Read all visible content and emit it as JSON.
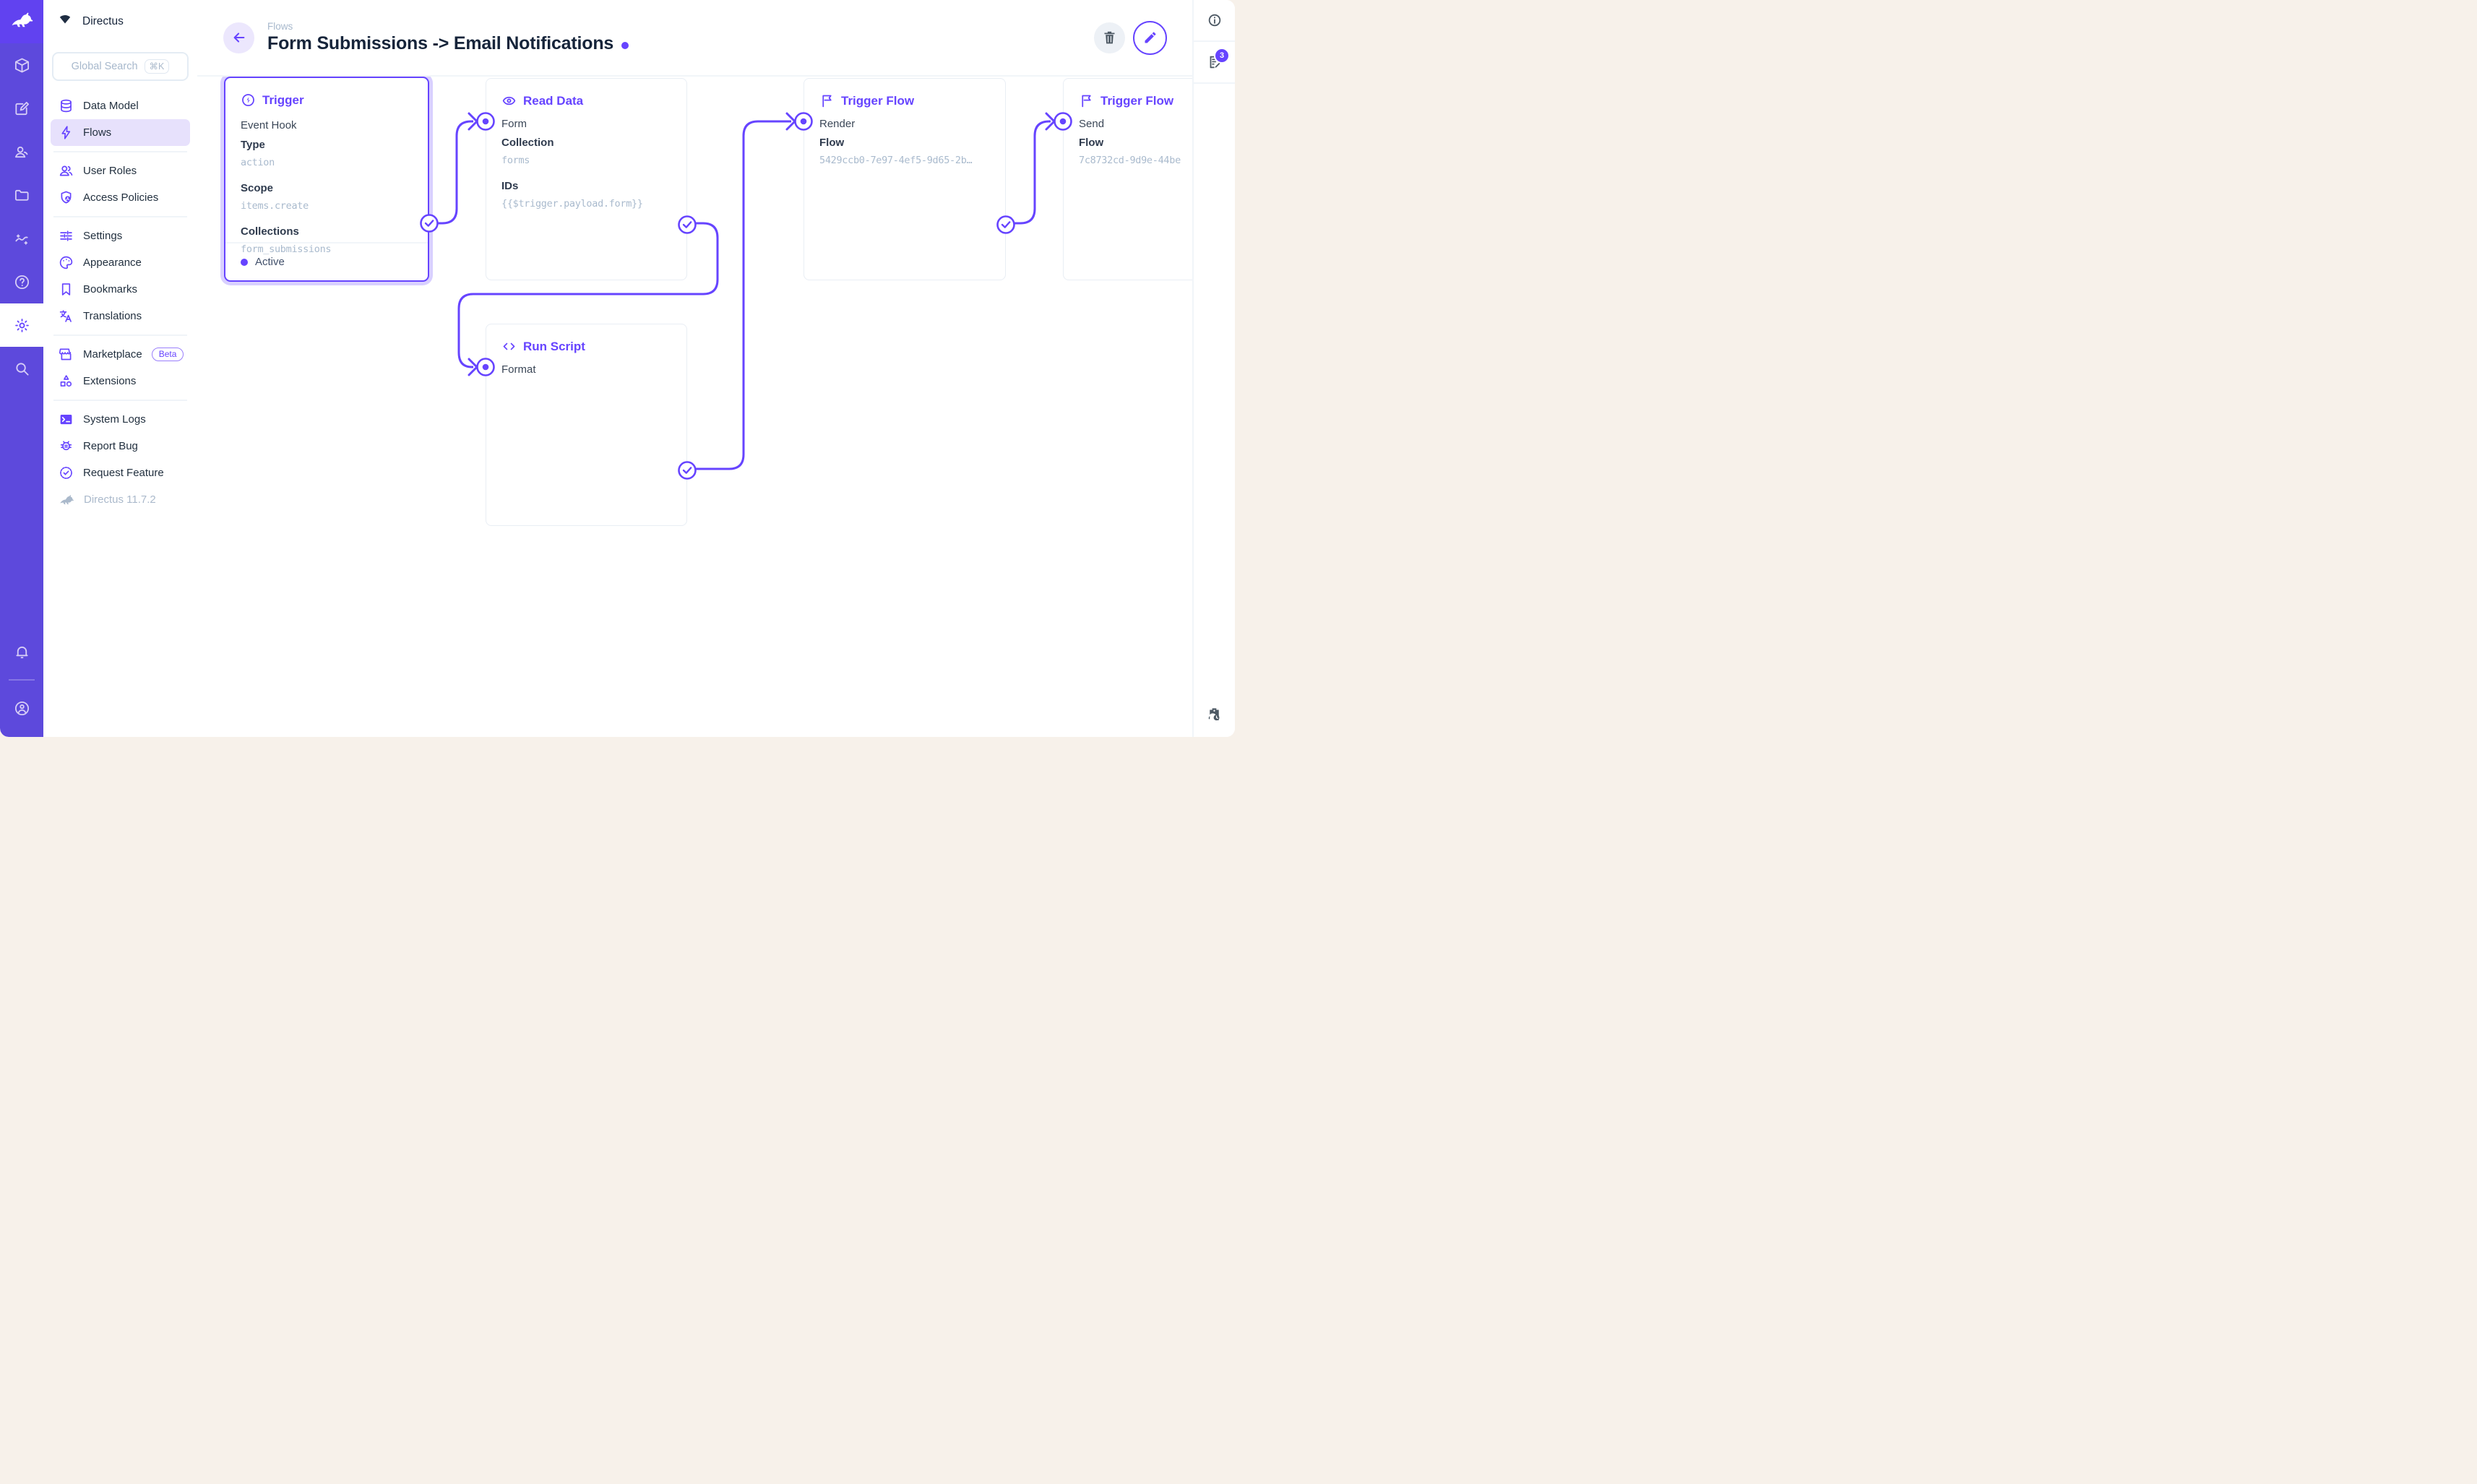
{
  "module_bar": {
    "logo_icon": "directus-rabbit-icon",
    "modules": [
      {
        "icon": "box-icon",
        "name": "content"
      },
      {
        "icon": "edit-icon",
        "name": "editor"
      },
      {
        "icon": "users-icon",
        "name": "users"
      },
      {
        "icon": "folder-icon",
        "name": "files"
      },
      {
        "icon": "insights-icon",
        "name": "insights"
      },
      {
        "icon": "help-icon",
        "name": "docs"
      },
      {
        "icon": "gear-icon",
        "name": "settings",
        "active": true
      },
      {
        "icon": "search-icon",
        "name": "search"
      }
    ],
    "bottom": [
      {
        "icon": "bell-icon",
        "name": "notifications"
      },
      {
        "icon": "avatar-icon",
        "name": "account"
      }
    ]
  },
  "sidebar": {
    "project_name": "Directus",
    "search": {
      "placeholder": "Global Search",
      "shortcut": "⌘K"
    },
    "groups": [
      {
        "items": [
          {
            "icon": "database-icon",
            "label": "Data Model"
          },
          {
            "icon": "bolt-icon",
            "label": "Flows",
            "active": true
          }
        ]
      },
      {
        "items": [
          {
            "icon": "user-roles-icon",
            "label": "User Roles"
          },
          {
            "icon": "shield-user-icon",
            "label": "Access Policies"
          }
        ]
      },
      {
        "items": [
          {
            "icon": "tune-icon",
            "label": "Settings"
          },
          {
            "icon": "palette-icon",
            "label": "Appearance"
          },
          {
            "icon": "bookmark-icon",
            "label": "Bookmarks"
          },
          {
            "icon": "translate-icon",
            "label": "Translations"
          }
        ]
      },
      {
        "items": [
          {
            "icon": "storefront-icon",
            "label": "Marketplace",
            "badge": "Beta"
          },
          {
            "icon": "extensions-icon",
            "label": "Extensions"
          }
        ]
      },
      {
        "items": [
          {
            "icon": "terminal-icon",
            "label": "System Logs"
          },
          {
            "icon": "bug-icon",
            "label": "Report Bug"
          },
          {
            "icon": "feature-icon",
            "label": "Request Feature"
          }
        ]
      }
    ],
    "version": "Directus 11.7.2"
  },
  "header": {
    "breadcrumb": "Flows",
    "title": "Form Submissions -> Email Notifications"
  },
  "right_rail": {
    "top": [
      {
        "icon": "info-icon",
        "name": "sidebar-info"
      },
      {
        "icon": "logs-icon",
        "name": "sidebar-logs",
        "badge": "3"
      }
    ],
    "bottom": [
      {
        "icon": "clipboard-clock-icon",
        "name": "pending-revisions"
      }
    ]
  },
  "canvas": {
    "accent_color": "#6644ff",
    "cards": [
      {
        "id": "trigger",
        "icon": "bolt-circle-icon",
        "title": "Trigger",
        "selected": true,
        "rows": [
          {
            "type": "text",
            "value": "Event Hook"
          },
          {
            "type": "label",
            "value": "Type"
          },
          {
            "type": "code",
            "value": "action"
          },
          {
            "type": "label",
            "value": "Scope"
          },
          {
            "type": "code",
            "value": "items.create"
          },
          {
            "type": "label",
            "value": "Collections"
          },
          {
            "type": "code",
            "value": "form_submissions"
          }
        ],
        "footer": {
          "status": "Active"
        }
      },
      {
        "id": "read-data",
        "icon": "eye-icon",
        "title": "Read Data",
        "input_label": "Form",
        "rows": [
          {
            "type": "label",
            "value": "Collection"
          },
          {
            "type": "code",
            "value": "forms"
          },
          {
            "type": "label",
            "value": "IDs"
          },
          {
            "type": "code",
            "value": "{{$trigger.payload.form}}"
          }
        ]
      },
      {
        "id": "trigger-flow-render",
        "icon": "flag-icon",
        "title": "Trigger Flow",
        "input_label": "Render",
        "rows": [
          {
            "type": "label",
            "value": "Flow"
          },
          {
            "type": "code",
            "value": "5429ccb0-7e97-4ef5-9d65-2b…"
          }
        ]
      },
      {
        "id": "trigger-flow-send",
        "icon": "flag-icon",
        "title": "Trigger Flow",
        "input_label": "Send",
        "rows": [
          {
            "type": "label",
            "value": "Flow"
          },
          {
            "type": "code",
            "value": "7c8732cd-9d9e-44be"
          }
        ]
      },
      {
        "id": "run-script",
        "icon": "code-icon",
        "title": "Run Script",
        "input_label": "Format",
        "rows": []
      }
    ]
  }
}
